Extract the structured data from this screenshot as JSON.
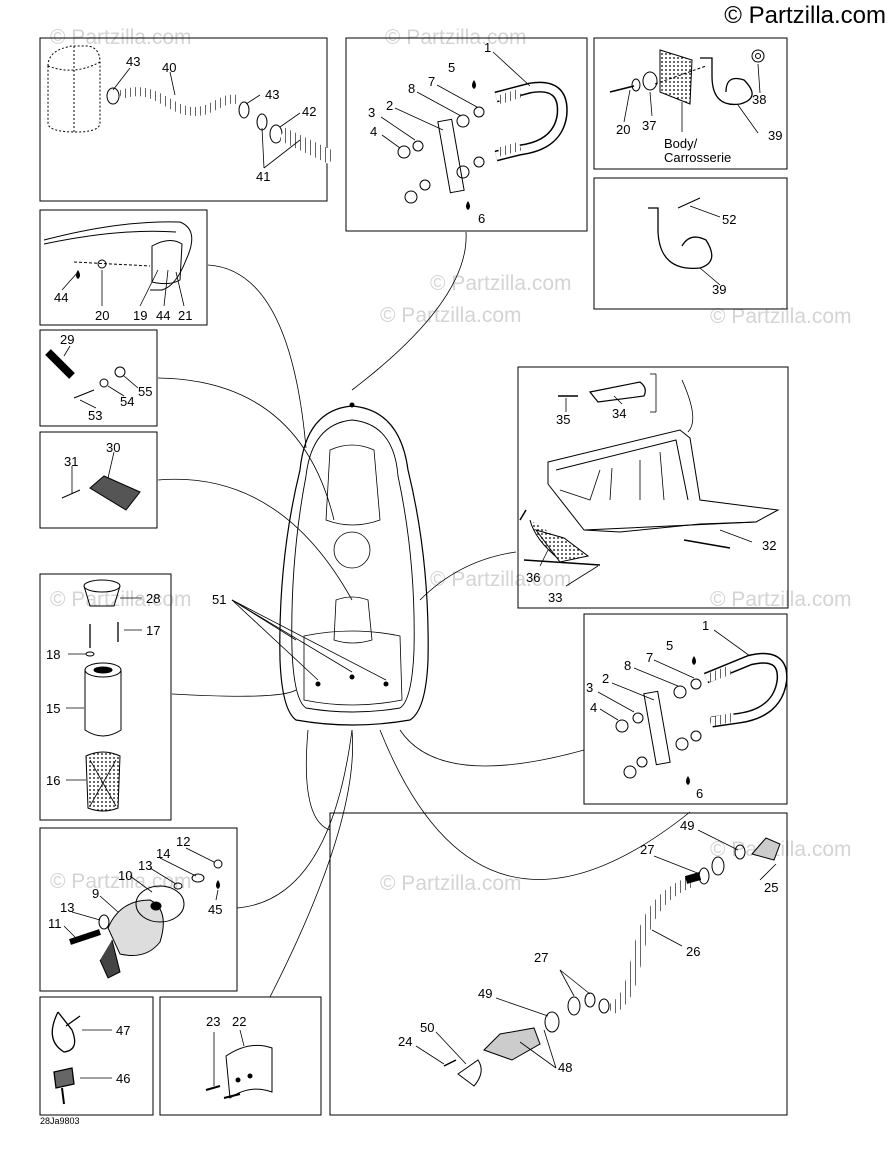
{
  "brand": "© Partzilla.com",
  "watermark": "© Partzilla.com",
  "diagram_code": "28Ja9803",
  "body_label_en": "Body/",
  "body_label_fr": "Carrosserie",
  "callouts": {
    "p1": "1",
    "p2": "2",
    "p3": "3",
    "p4": "4",
    "p5": "5",
    "p6": "6",
    "p7": "7",
    "p8": "8",
    "p9": "9",
    "p10": "10",
    "p11": "11",
    "p12": "12",
    "p13": "13",
    "p14": "14",
    "p15": "15",
    "p16": "16",
    "p17": "17",
    "p18": "18",
    "p19": "19",
    "p20": "20",
    "p21": "21",
    "p22": "22",
    "p23": "23",
    "p24": "24",
    "p25": "25",
    "p26": "26",
    "p27": "27",
    "p28": "28",
    "p29": "29",
    "p30": "30",
    "p31": "31",
    "p32": "32",
    "p33": "33",
    "p34": "34",
    "p35": "35",
    "p36": "36",
    "p37": "37",
    "p38": "38",
    "p39": "39",
    "p40": "40",
    "p41": "41",
    "p42": "42",
    "p43": "43",
    "p44": "44",
    "p45": "45",
    "p46": "46",
    "p47": "47",
    "p48": "48",
    "p49": "49",
    "p50": "50",
    "p51": "51",
    "p52": "52",
    "p53": "53",
    "p54": "54",
    "p55": "55"
  }
}
